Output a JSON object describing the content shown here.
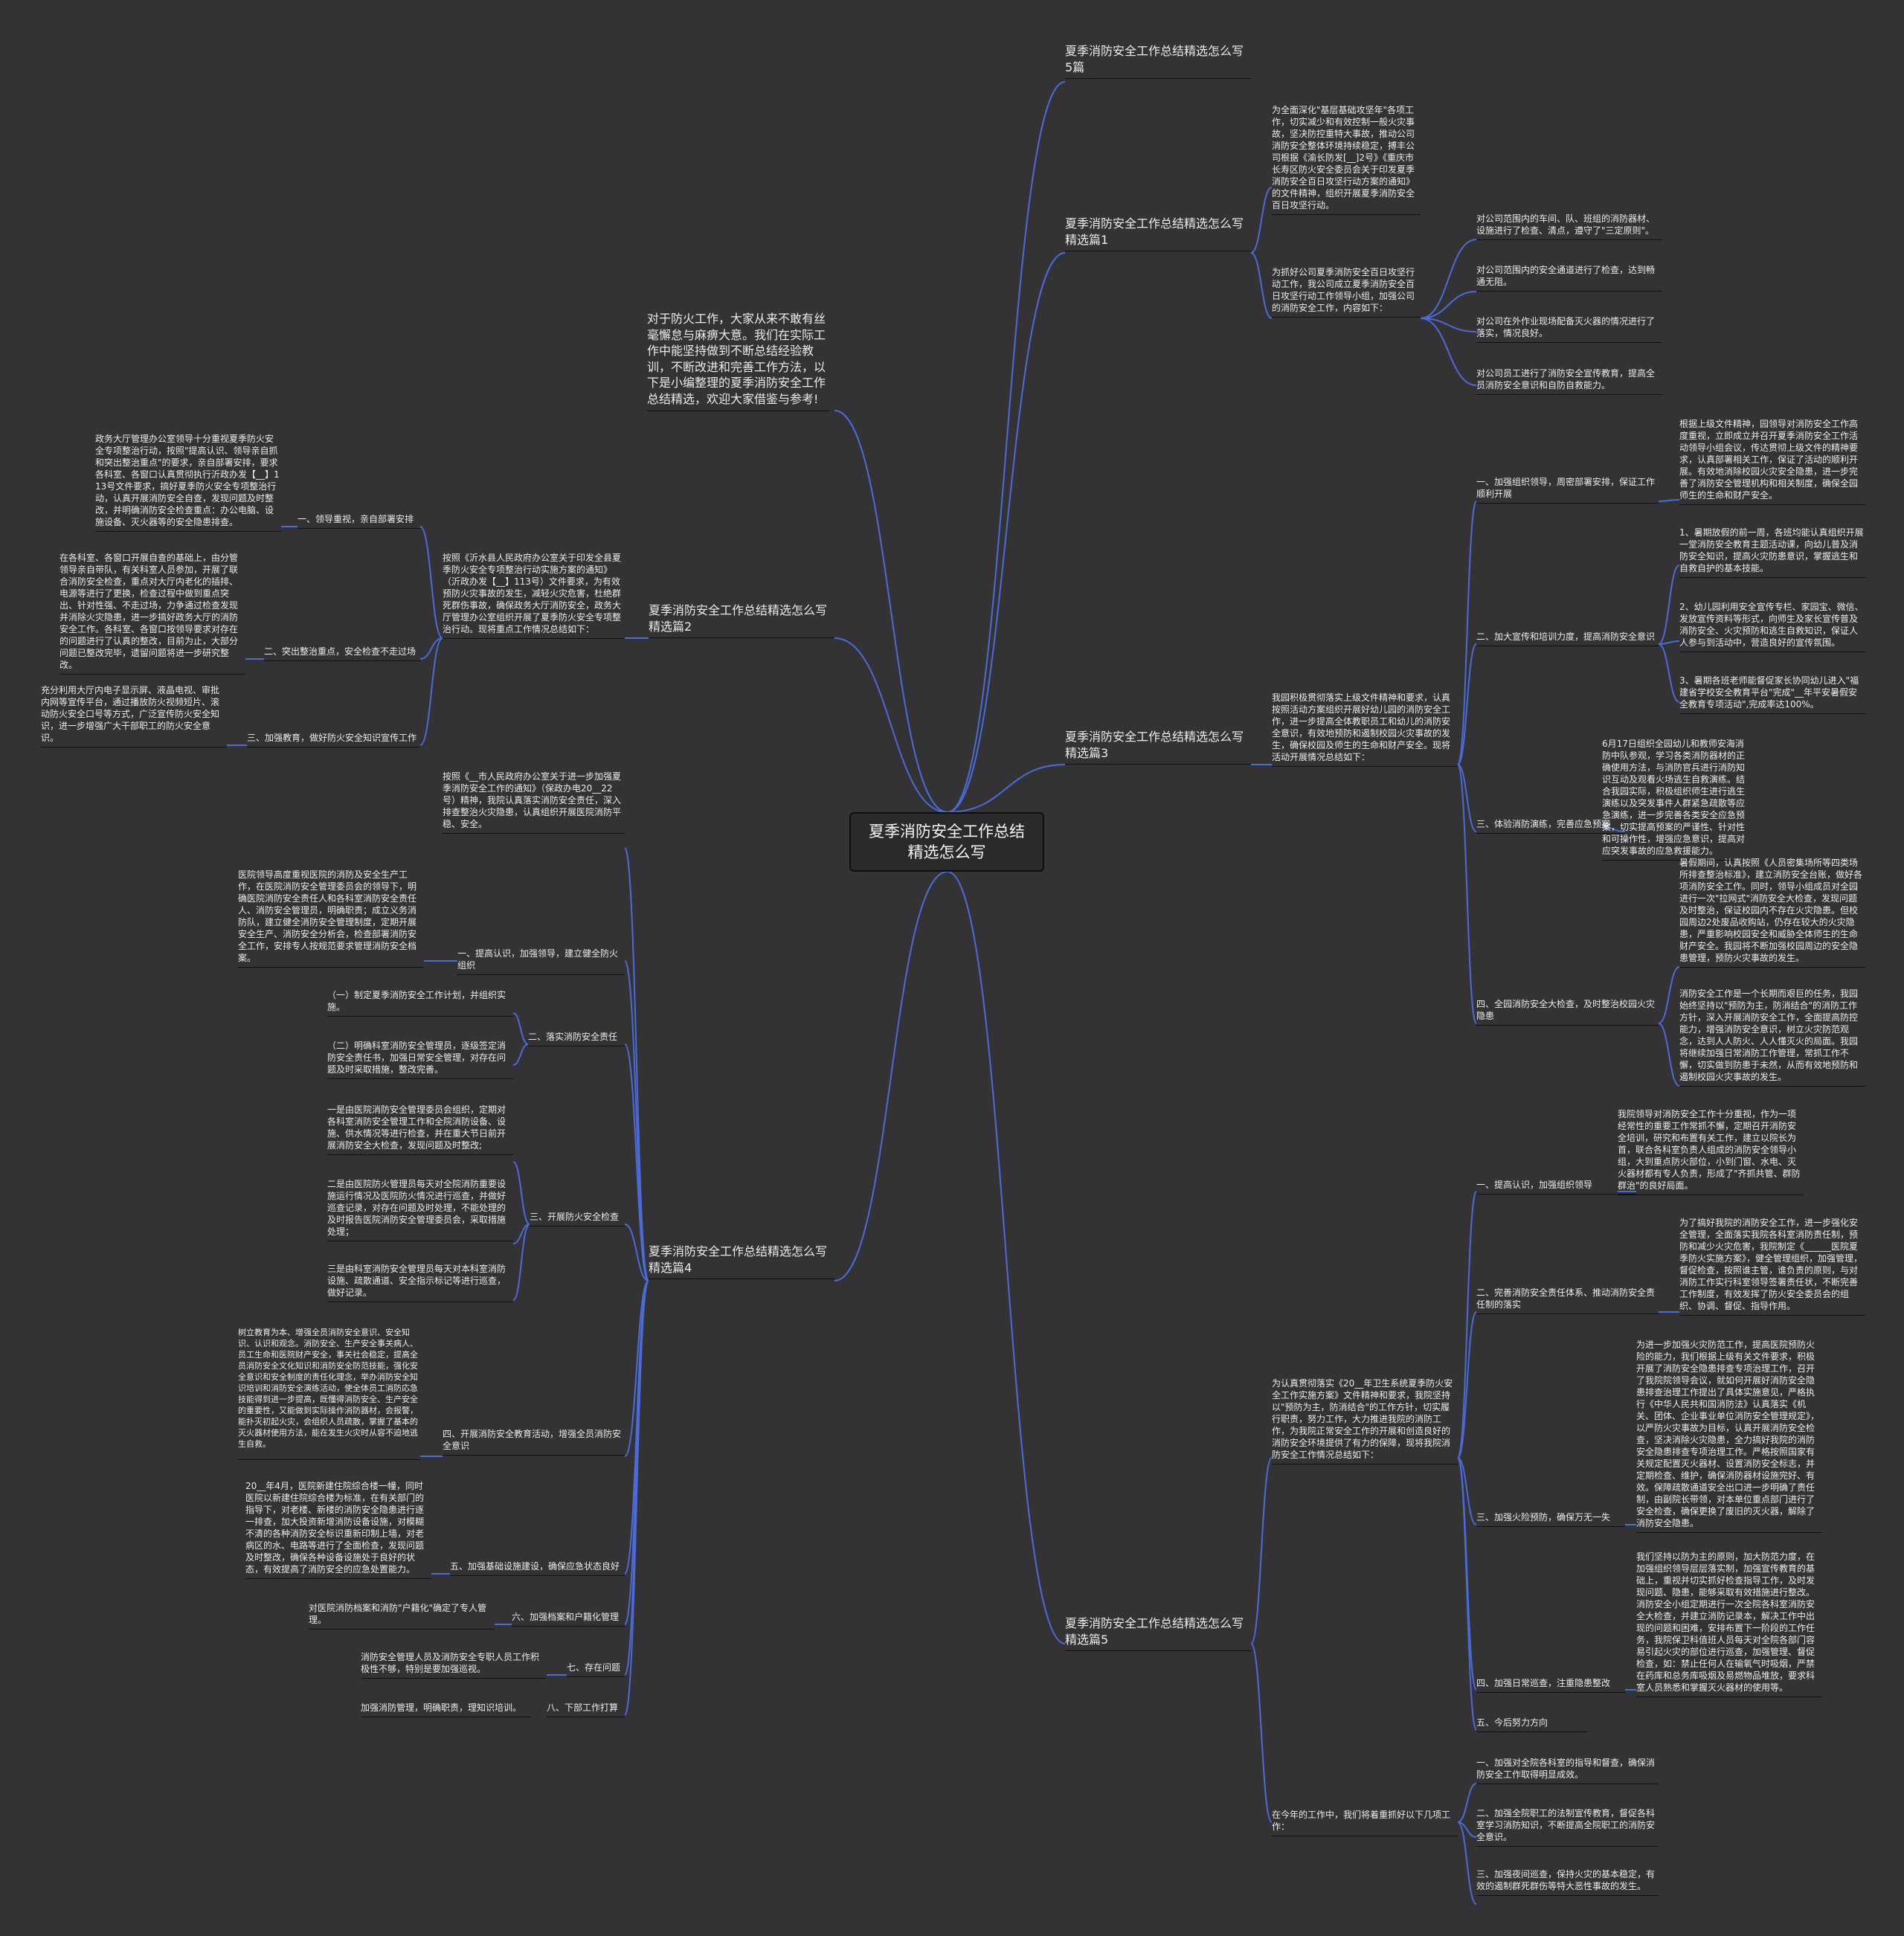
{
  "root": "夏季消防安全工作总结精选怎么写",
  "intro": "对于防火工作，大家从来不敢有丝毫懈怠与麻痹大意。我们在实际工作中能坚持做到不断总结经验教训，不断改进和完善工作方法，以下是小编整理的夏季消防安全工作总结精选，欢迎大家借鉴与参考!",
  "right": {
    "b5": {
      "title": "夏季消防安全工作总结精选怎么写5篇"
    },
    "b1": {
      "title": "夏季消防安全工作总结精选怎么写精选篇1",
      "p1": "为全面深化\"基层基础攻坚年\"各项工作，切实减少和有效控制一般火灾事故，坚决防控重特大事故，推动公司消防安全整体环境持续稳定，搏丰公司根据《渝长防发[__]2号》《重庆市长寿区防火安全委员会关于印发夏季消防安全百日攻坚行动方案的通知》的文件精神，组织开展夏季消防安全百日攻坚行动。",
      "p2": "为抓好公司夏季消防安全百日攻坚行动工作，我公司成立夏季消防安全百日攻坚行动工作领导小组，加强公司的消防安全工作，内容如下：",
      "items": [
        "对公司范围内的车间、队、班组的消防器材、设施进行了检查、清点，遵守了\"三定原则\"。",
        "对公司范围内的安全通道进行了检查，达到畅通无阻。",
        "对公司在外作业现场配备灭火器的情况进行了落实，情况良好。",
        "对公司员工进行了消防安全宣传教育，提高全员消防安全意识和自防自救能力。"
      ]
    },
    "b3": {
      "title": "夏季消防安全工作总结精选怎么写精选篇3",
      "intro": "我园积极贯彻落实上级文件精神和要求，认真按照活动方案组织开展好幼儿园的消防安全工作，进一步提高全体教职员工和幼儿的消防安全意识，有效地预防和遏制校园火灾事故的发生，确保校园及师生的生命和财产安全。现将活动开展情况总结如下：",
      "sections": [
        {
          "label": "一、加强组织领导，周密部署安排，保证工作顺利开展",
          "items": [
            "根据上级文件精神，园领导对消防安全工作高度重视，立即成立并召开夏季消防安全工作活动领导小组会议，传达贯彻上级文件的精神要求，认真部署相关工作，保证了活动的顺利开展。有效地消除校园火灾安全隐患，进一步完善了消防安全管理机构和相关制度，确保全园师生的生命和财产安全。"
          ]
        },
        {
          "label": "二、加大宣传和培训力度，提高消防安全意识",
          "items": [
            "1、暑期放假的前一周，各班均能认真组织开展一堂消防安全教育主题活动课，向幼儿普及消防安全知识，提高火灾防患意识，掌握逃生和自救自护的基本技能。",
            "2、幼儿园利用安全宣传专栏、家园宝、微信、发放宣传资料等形式，向师生及家长宣传普及消防安全、火灾预防和逃生自救知识，保证人人参与到活动中，营造良好的宣传氛围。",
            "3、暑期各班老师能督促家长协同幼儿进入\"福建省学校安全教育平台\"完成\"__年平安暑假安全教育专项活动\",完成率达100%。"
          ]
        },
        {
          "label": "三、体验消防演练，完善应急预案",
          "items": [
            "6月17日组织全园幼儿和教师安海消防中队参观，学习各类消防器材的正确使用方法，与消防官兵进行消防知识互动及观看火场逃生自救演练。结合我园实际，积极组织师生进行逃生演练以及突发事件人群紧急疏散等应急演练，进一步完善各类安全应急预案，切实提高预案的严谨性、针对性和可操作性，增强应急意识，提高对应突发事故的应急救援能力。"
          ]
        },
        {
          "label": "四、全园消防安全大检查，及时整治校园火灾隐患",
          "items": [
            "暑假期间，认真按照《人员密集场所等四类场所排查整治标准》，建立消防安全台账，做好各项消防安全工作。同时，领导小组成员对全园进行一次\"拉网式\"消防安全大检查，发现问题及时整治，保证校园内不存在火灾隐患。但校园周边2处废品收购站，仍存在较大的火灾隐患，严重影响校园安全和威胁全体师生的生命财产安全。我园将不断加强校园周边的安全隐患管理，预防火灾事故的发生。",
            "消防安全工作是一个长期而艰巨的任务，我园始终坚持以\"预防为主，防消结合\"的消防工作方针，深入开展消防安全工作，全面提高防控能力，增强消防安全意识，树立火灾防范观念，达到人人防火、人人懂灭火的局面。我园将继续加强日常消防工作管理，常抓工作不懈，切实做到防患于未然，从而有效地预防和遏制校园火灾事故的发生。"
          ]
        }
      ]
    },
    "b5p": {
      "title": "夏季消防安全工作总结精选怎么写精选篇5",
      "intro": "为认真贯彻落实《20__年卫生系统夏季防火安全工作实施方案》文件精神和要求，我院坚持以\"预防为主，防消结合\"的工作方针，切实履行职责，努力工作，大力推进我院的消防工作，为我院正常安全工作的开展和创造良好的消防安全环境提供了有力的保障，现将我院消防安全工作情况总结如下：",
      "sections": [
        {
          "label": "一、提高认识，加强组织领导",
          "items": [
            "我院领导对消防安全工作十分重视，作为一项经常性的重要工作常抓不懈，定期召开消防安全培训，研究和布置有关工作，建立以院长为首，联合各科室负责人组成的消防安全领导小组，大到重点防火部位，小到门窗、水电、灭火器材都有专人负责，形成了\"齐抓共管、群防群治\"的良好局面。"
          ]
        },
        {
          "label": "二、完善消防安全责任体系、推动消防安全责任制的落实",
          "items": [
            "为了搞好我院的消防安全工作，进一步强化安全管理，全面落实我院各科室消防责任制，预防和减少火灾危害，我院制定《______医院夏季防火实施方案》，健全管理组织，加强管理，督促检查，按照谁主管，谁负责的原则，与对消防工作实行科室领导签署责任状，不断完善工作制度，有效发挥了防火安全委员会的组织、协调、督促、指导作用。"
          ]
        },
        {
          "label": "三、加强火险预防，确保万无一失",
          "items": [
            "为进一步加强火灾防范工作，提高医院预防火险的能力，我们根据上级有关文件要求，积极开展了消防安全隐患排查专项治理工作，召开了我院院领导会议，就如何开展好消防安全隐患排查治理工作提出了具体实施意见，严格执行《中华人民共和国消防法》认真落实《机关、团体、企业事业单位消防安全管理规定》，以严防火灾事故为目标，认真开展消防安全检查，坚决消除火灾隐患，全力搞好我院的消防安全隐患排查专项治理工作。严格按照国家有关规定配置灭火器材、设置消防安全标志，并定期检查、维护，确保消防器材设施完好、有效。保障疏散通道安全出口进一步明确了责任制，由副院长带领，对本单位重点部门进行了安全检查，确保更换了废旧的灭火器，解除了消防安全隐患。"
          ]
        },
        {
          "label": "四、加强日常巡查，注重隐患整改",
          "items": [
            "我们坚持以防为主的原则，加大防范力度，在加强组织领导层层落实制，加强宣传教育的基础上，重视并切实抓好检查指导工作，及时发现问题、隐患，能够采取有效措施进行整改。消防安全小组定期进行一次全院各科室消防安全大检查，并建立消防记录本，解决工作中出现的问题和困难，安排布置下一阶段的工作任务，我院保卫科值班人员每天对全院各部门容易引起火灾的部位进行巡查，加强管理、督促检查，如：禁止任何人在输氧气时吸烟，严禁在药库和总务库吸烟及易燃物品堆放，要求科室人员熟悉和掌握灭火器材的使用等。"
          ]
        },
        {
          "label": "五、今后努力方向",
          "items": []
        }
      ],
      "plan_intro": "在今年的工作中，我们将着重抓好以下几项工作：",
      "plan": [
        "一、加强对全院各科室的指导和督查，确保消防安全工作取得明显成效。",
        "二、加强全院职工的法制宣传教育，督促各科室学习消防知识，不断提高全院职工的消防安全意识。",
        "三、加强夜间巡查，保持火灾的基本稳定，有效的遏制群死群伤等特大恶性事故的发生。"
      ]
    }
  },
  "left": {
    "b2": {
      "title": "夏季消防安全工作总结精选怎么写精选篇2",
      "intro": "按照《沂水县人民政府办公室关于印发全县夏季防火安全专项整治行动实施方案的通知》（沂政办发【__】113号）文件要求，为有效预防火灾事故的发生，减轻火灾危害，杜绝群死群伤事故，确保政务大厅消防安全，政务大厅管理办公室组织开展了夏季防火安全专项整治行动。现将重点工作情况总结如下：",
      "sections": [
        {
          "label": "一、领导重视，亲自部署安排",
          "text": "政务大厅管理办公室领导十分重视夏季防火安全专项整治行动，按照\"提高认识、领导亲自抓和突出整治重点\"的要求，亲自部署安排，要求各科室、各窗口认真贯彻执行沂政办发【__】113号文件要求，搞好夏季防火安全专项整治行动，认真开展消防安全自查，发现问题及时整改，并明确消防安全检查重点：办公电脑、设施设备、灭火器等的安全隐患排查。"
        },
        {
          "label": "二、突出整治重点，安全检查不走过场",
          "text": "在各科室、各窗口开展自查的基础上，由分管领导亲自带队，有关科室人员参加，开展了联合消防安全检查，重点对大厅内老化的插排、电源等进行了更换，检查过程中做到重点突出、针对性强、不走过场，力争通过检查发现并消除火灾隐患，进一步搞好政务大厅的消防安全工作。各科室、各窗口按领导要求对存在的问题进行了认真的整改，目前为止，大部分问题已整改完毕，遗留问题将进一步研究整改。"
        },
        {
          "label": "三、加强教育，做好防火安全知识宣传工作",
          "text": "充分利用大厅内电子显示屏、液晶电视、审批内网等宣传平台，通过播放防火视频短片、滚动防火安全口号等方式，广泛宣传防火安全知识，进一步增强广大干部职工的防火安全意识。"
        }
      ]
    },
    "b4": {
      "title": "夏季消防安全工作总结精选怎么写精选篇4",
      "intro": "按照《__市人民政府办公室关于进一步加强夏季消防安全工作的通知》（保政办电20__22号）精神，我院认真落实消防安全责任，深入排查整治火灾隐患，认真组织开展医院消防平稳、安全。",
      "sections": [
        {
          "label": "一、提高认识，加强领导，建立健全防火组织",
          "items": [
            "医院领导高度重视医院的消防及安全生产工作，在医院消防安全管理委员会的领导下，明确医院消防安全责任人和各科室消防安全责任人、消防安全管理员，明确职责；成立义务消防队，建立健全消防安全管理制度，定期开展安全生产、消防安全分析会，检查部署消防安全工作，安排专人按规范要求管理消防安全档案。"
          ]
        },
        {
          "label": "二、落实消防安全责任",
          "items": [
            "（一）制定夏季消防安全工作计划，并组织实施。",
            "（二）明确科室消防安全管理员，逐级签定消防安全责任书，加强日常安全管理，对存在问题及时采取措施，整改完善。"
          ]
        },
        {
          "label": "三、开展防火安全检查",
          "items": [
            "一是由医院消防安全管理委员会组织，定期对各科室消防安全管理工作和全院消防设备、设施、供水情况等进行检查，并在重大节日前开展消防安全大检查，发现问题及时整改;",
            "二是由医院防火管理员每天对全院消防重要设施运行情况及医院防火情况进行巡查，并做好巡查记录，对存在问题及时处理，不能处理的及时报告医院消防安全管理委员会，采取措施处理；",
            "三是由科室消防安全管理员每天对本科室消防设施、疏散通道、安全指示标记等进行巡查，做好记录。"
          ]
        },
        {
          "label": "四、开展消防安全教育活动，增强全员消防安全意识",
          "items": [
            "树立教育为本、增强全员消防安全意识、安全知识、认识和观念。消防安全、生产安全事关病人、员工生命和医院财产安全，事关社会稳定，提高全员消防安全文化知识和消防安全防范技能，强化安全意识和安全制度的责任化理念，举办消防安全知识培训和消防安全演练活动，使全体员工消防応急技能得到进一步提高，既懂得消防安全、生产安全的重要性，又能做到实际操作消防器材，会报警，能扑灭初起火灾，会组织人员疏散，掌握了基本的灭火器材使用方法，能在发生火灾时从容不迫地逃生自救。"
          ]
        },
        {
          "label": "五、加强基础设施建设，确保应急状态良好",
          "items": [
            "20__年4月，医院新建住院综合楼一幢，同时医院以新建住院综合楼为标准，在有关部门的指导下，对老楼、新楼的消防安全隐患进行逐一排查，加大投资新增消防设备设施，对模糊不清的各种消防安全标识重新印制上墙，对老病区的水、电路等进行了全面检查，发现问题及时整改，确保各种设备设施处于良好的状态，有效提高了消防安全的应急处置能力。"
          ]
        },
        {
          "label": "六、加强档案和户籍化管理",
          "items": [
            "对医院消防档案和消防\"户籍化\"确定了专人管理。"
          ]
        },
        {
          "label": "七、存在问题",
          "items": [
            "消防安全管理人员及消防安全专职人员工作积极性不够，特别是要加强巡视。"
          ]
        },
        {
          "label": "八、下部工作打算",
          "items": [
            "加强消防管理，明确职责，理知识培训。"
          ]
        }
      ]
    }
  }
}
